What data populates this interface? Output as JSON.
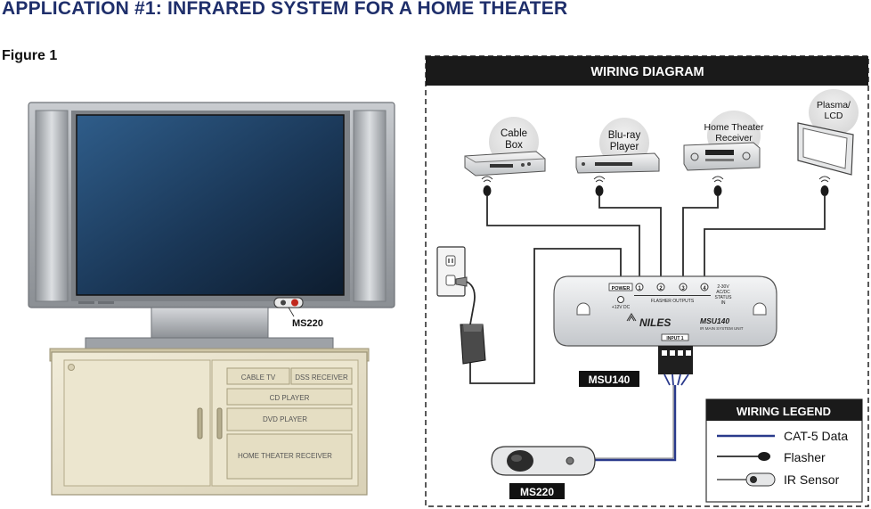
{
  "title": "APPLICATION #1: INFRARED SYSTEM FOR A HOME THEATER",
  "figure_label": "Figure 1",
  "left_scene": {
    "tv_sensor_label": "MS220",
    "cabinet_shelves": {
      "cable_tv": "CABLE TV",
      "dss_receiver": "DSS RECEIVER",
      "cd_player": "CD PLAYER",
      "dvd_player": "DVD PLAYER",
      "home_theater_receiver": "HOME THEATER RECEIVER"
    }
  },
  "wiring_diagram": {
    "header": "WIRING DIAGRAM",
    "devices": {
      "cable_box": [
        "Cable",
        "Box"
      ],
      "bluray": [
        "Blu-ray",
        "Player"
      ],
      "receiver": [
        "Home Theater",
        "Receiver"
      ],
      "plasma": [
        "Plasma/",
        "LCD"
      ]
    },
    "hub": {
      "power_label": "POWER",
      "power_spec": "+12V DC",
      "flasher_outputs": "FLASHER OUTPUTS",
      "outputs": [
        "1",
        "2",
        "3",
        "4"
      ],
      "status_text": [
        "2-30V",
        "AC/DC",
        "STATUS",
        "IN"
      ],
      "brand": "NILES",
      "model": "MSU140",
      "subtitle": "IR MAIN SYSTEM UNIT",
      "input_label": "INPUT 1",
      "tag": "MSU140"
    },
    "sensor_tag": "MS220",
    "legend": {
      "header": "WIRING LEGEND",
      "items": [
        "CAT-5 Data",
        "Flasher",
        "IR Sensor"
      ]
    }
  },
  "colors": {
    "title": "#1f2f6b",
    "cat5": "#2a3a8c",
    "legend_header_bg": "#1a1a1a"
  }
}
